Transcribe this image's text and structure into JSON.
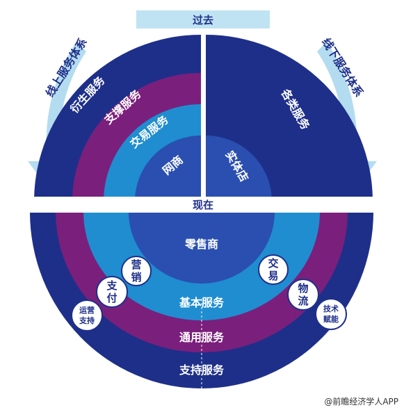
{
  "headers": {
    "past": "过去",
    "present": "现在"
  },
  "past": {
    "online_system": "线上服务体系",
    "offline_system": "线下服务体系",
    "derivative": "衍生服务",
    "support": "支撑服务",
    "transaction": "交易服务",
    "ecommerce": "网商",
    "physical_store": "实体店",
    "various": "各类服务"
  },
  "present": {
    "retailer": "零售商",
    "basic": "基本服务",
    "general": "通用服务",
    "support": "支持服务",
    "bubbles": {
      "marketing": [
        "营",
        "销"
      ],
      "payment": [
        "支",
        "付"
      ],
      "ops_support": [
        "运营",
        "支持"
      ],
      "trade": [
        "交",
        "易"
      ],
      "logistics": [
        "物",
        "流"
      ],
      "tech": [
        "技术",
        "赋能"
      ]
    }
  },
  "colors": {
    "outer": "#1e2f8a",
    "purple": "#7b1f7c",
    "mid_blue": "#1f8dd0",
    "inner_blue": "#2a4fb0",
    "banner": "#bfe3f3",
    "arrow": "#b4dcf0"
  },
  "footer": "@前瞻经济学人APP"
}
